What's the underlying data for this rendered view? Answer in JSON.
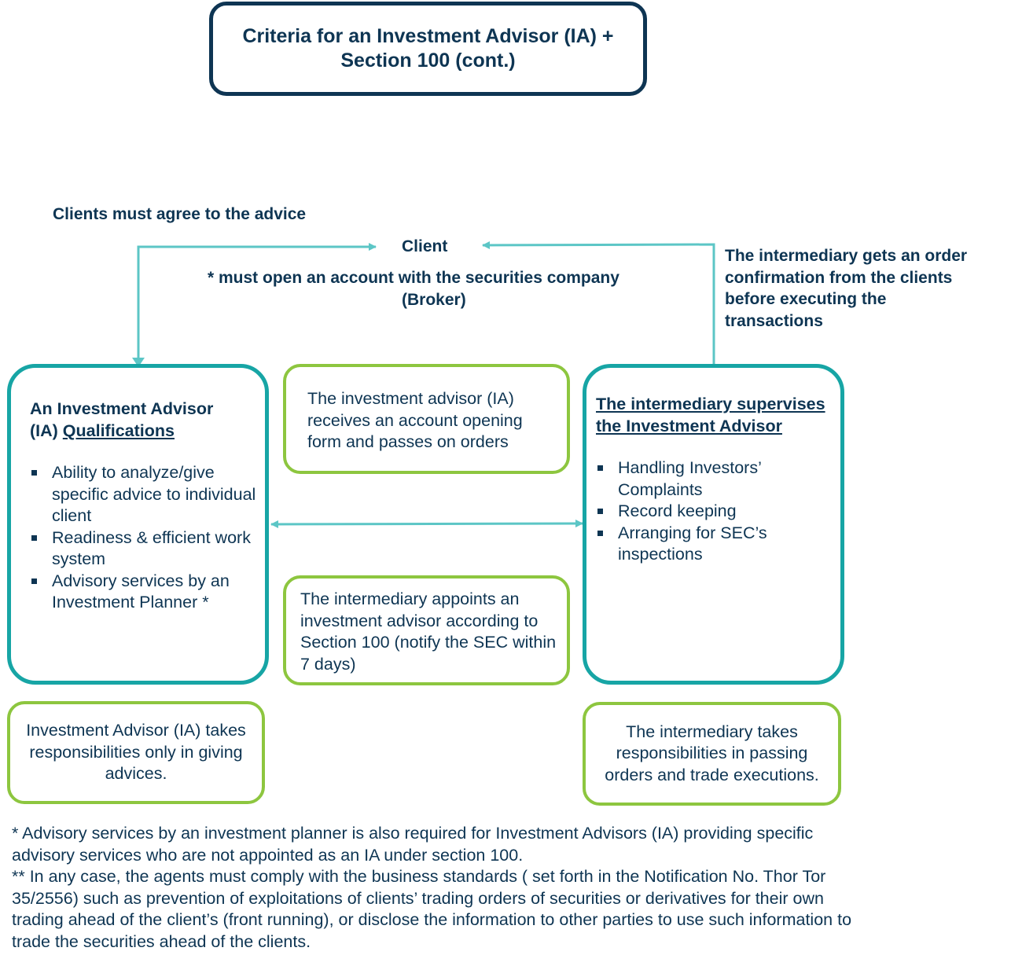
{
  "title": {
    "line1": "Criteria for an Investment Advisor (IA) +",
    "line2": "Section 100 (cont.)"
  },
  "labels": {
    "clients_agree": "Clients must agree to the advice",
    "client": "Client",
    "account_note_line1": "*  must open an account with the securities company",
    "account_note_line2": "(Broker)",
    "confirmation": [
      "The intermediary gets an order",
      "confirmation from the clients",
      "before executing the",
      "transactions"
    ]
  },
  "ia_box": {
    "heading_line1": "An Investment Advisor",
    "heading_line2_prefix": "(IA) ",
    "heading_line2_underlined": "Qualifications",
    "items": [
      "Ability to analyze/give specific advice to individual client",
      "Readiness & efficient work system",
      "Advisory services by an Investment Planner *"
    ]
  },
  "center_top_box": {
    "text": "The investment advisor (IA) receives an account opening form and passes on orders"
  },
  "center_bottom_box": {
    "text": "The intermediary appoints an investment advisor according to Section 100 (notify the SEC within 7 days)"
  },
  "intermediary_box": {
    "heading": "The intermediary supervises the Investment Advisor",
    "items": [
      "Handling Investors’ Complaints",
      "Record keeping",
      "Arranging for SEC’s inspections"
    ]
  },
  "ia_responsibility": {
    "text": "Investment Advisor (IA) takes responsibilities only in giving advices."
  },
  "intermediary_responsibility": {
    "text": "The intermediary takes responsibilities in passing orders and trade executions."
  },
  "footnotes": {
    "note1": "* Advisory services by an investment planner is also required for Investment Advisors (IA) providing specific advisory services who are not appointed as an IA under section 100.",
    "note2": "** In any case, the agents must comply with the business standards ( set forth in the Notification No. Thor Tor 35/2556) such as prevention of exploitations of  clients’ trading orders of securities or derivatives for their own trading ahead of  the client’s (front running), or disclose the information to other parties to use such information  to trade the securities ahead of the clients."
  },
  "colors": {
    "navy": "#0e3553",
    "teal": "#17a5a5",
    "arrow": "#5cc6c6",
    "green": "#8dc63f"
  }
}
